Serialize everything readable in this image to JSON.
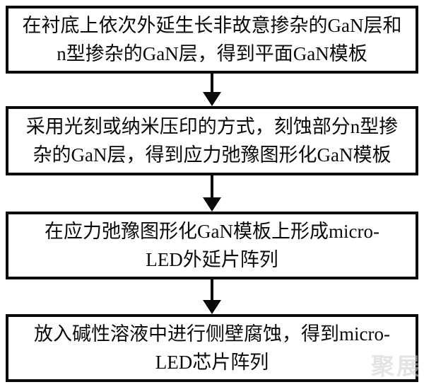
{
  "diagram": {
    "type": "flowchart",
    "direction": "top-to-bottom",
    "colors": {
      "background": "#ffffff",
      "box_border": "#0a0a0a",
      "text": "#0a0a0a",
      "arrow": "#0a0a0a",
      "watermark": "#cfcfcf"
    },
    "steps": [
      {
        "lines": [
          "在衬底上依次外延生长非故意掺杂的GaN层和",
          "n型掺杂的GaN层，得到平面GaN模板"
        ]
      },
      {
        "lines": [
          "采用光刻或纳米压印的方式，刻蚀部分n型掺",
          "杂的GaN层，得到应力弛豫图形化GaN模板"
        ]
      },
      {
        "lines": [
          "在应力弛豫图形化GaN模板上形成micro-",
          "LED外延片阵列"
        ]
      },
      {
        "lines": [
          "放入碱性溶液中进行侧壁腐蚀，得到micro-",
          "LED芯片阵列"
        ]
      }
    ],
    "connectors": [
      "down-arrow",
      "down-arrow",
      "down-arrow"
    ],
    "watermark": {
      "text": "聚展"
    }
  }
}
